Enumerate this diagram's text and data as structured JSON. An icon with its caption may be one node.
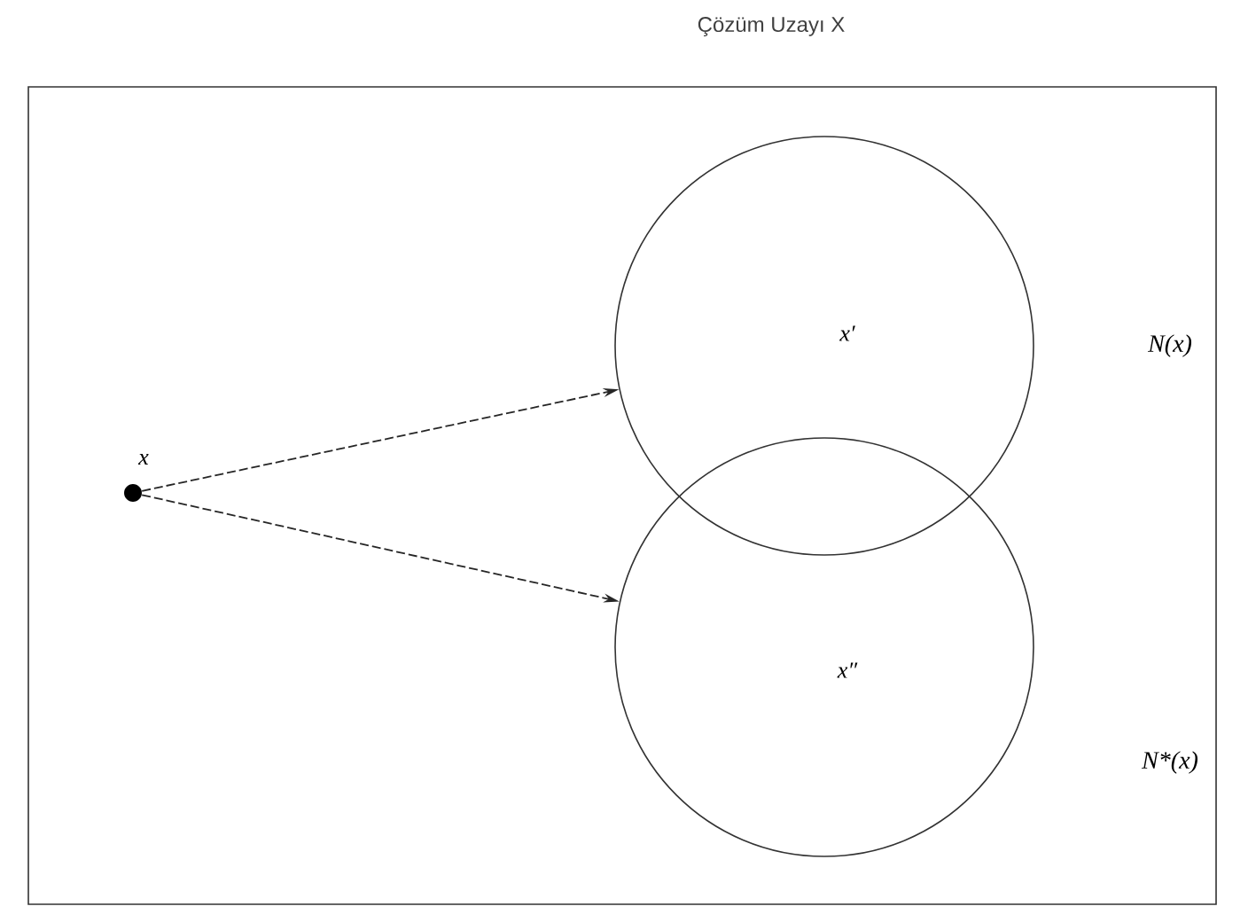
{
  "diagram": {
    "nodes": [
      {
        "text": [
          "Çözüm Uzayı X"
        ]
      },
      {
        "text": [
          "x"
        ],
        "in": 0
      },
      {
        "text": [
          "x′"
        ],
        "in": 0
      },
      {
        "text": [
          "x″"
        ],
        "in": 0
      }
    ],
    "labels": [
      "N(x)",
      "N*(x)"
    ],
    "edges": [
      {
        "from": 1,
        "to": 2,
        "arrow": "to",
        "style": "dashed"
      },
      {
        "from": 1,
        "to": 3,
        "arrow": "to",
        "style": "dashed"
      }
    ]
  }
}
